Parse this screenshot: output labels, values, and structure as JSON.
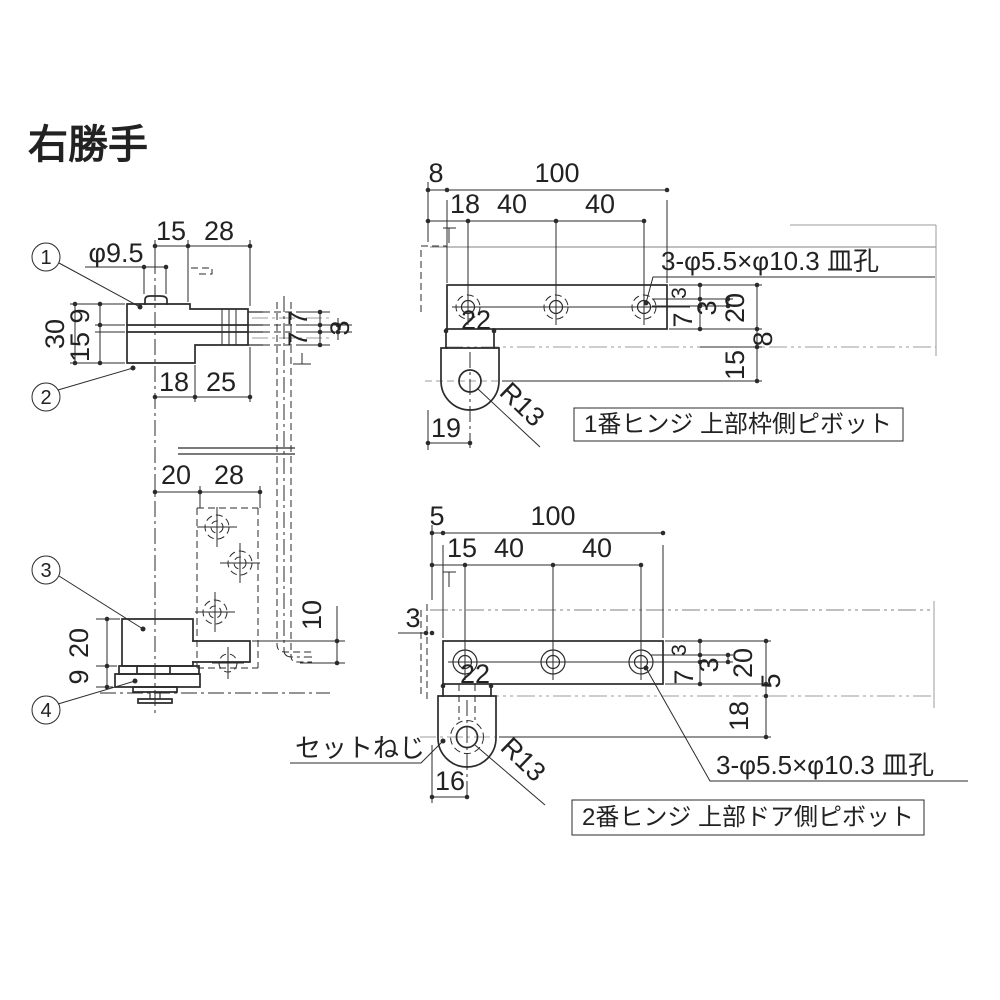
{
  "title": "右勝手",
  "colors": {
    "line": "#2b2b2b",
    "gray_line": "#979b9e",
    "background": "#ffffff"
  },
  "callouts": {
    "no1": "1",
    "no2": "2",
    "no3": "3",
    "no4": "4"
  },
  "view_top_side": {
    "dim_top_15": "15",
    "dim_top_28": "28",
    "dim_phi": "φ9.5",
    "dim_left_30": "30",
    "dim_left_9": "9",
    "dim_left_15": "15",
    "dim_bottom_18": "18",
    "dim_bottom_25": "25",
    "dim_right_7a": "7",
    "dim_right_7b": "7",
    "dim_right_3": "3"
  },
  "view_hinge1": {
    "caption": "1番ヒンジ 上部枠側ピボット",
    "hole_note": "3-φ5.5×φ10.3 皿孔",
    "dim_8": "8",
    "dim_100": "100",
    "dim_18": "18",
    "dim_40a": "40",
    "dim_40b": "40",
    "dim_22": "22",
    "dim_19": "19",
    "dim_r13": "R13",
    "dim_3a": "3",
    "dim_3b": "3",
    "dim_7": "7",
    "dim_20": "20",
    "dim_8b": "8",
    "dim_15": "15"
  },
  "view_bottom_side": {
    "dim_top_20": "20",
    "dim_top_28": "28",
    "dim_left_20": "20",
    "dim_left_9": "9",
    "dim_right_10": "10",
    "set_screw_label": "セットねじ"
  },
  "view_hinge2": {
    "caption": "2番ヒンジ 上部ドア側ピボット",
    "hole_note": "3-φ5.5×φ10.3 皿孔",
    "dim_5": "5",
    "dim_100": "100",
    "dim_15": "15",
    "dim_40a": "40",
    "dim_40b": "40",
    "dim_3": "3",
    "dim_22": "22",
    "dim_16": "16",
    "dim_r13": "R13",
    "dim_3a": "3",
    "dim_3b": "3",
    "dim_7": "7",
    "dim_20": "20",
    "dim_5b": "5",
    "dim_18": "18"
  }
}
